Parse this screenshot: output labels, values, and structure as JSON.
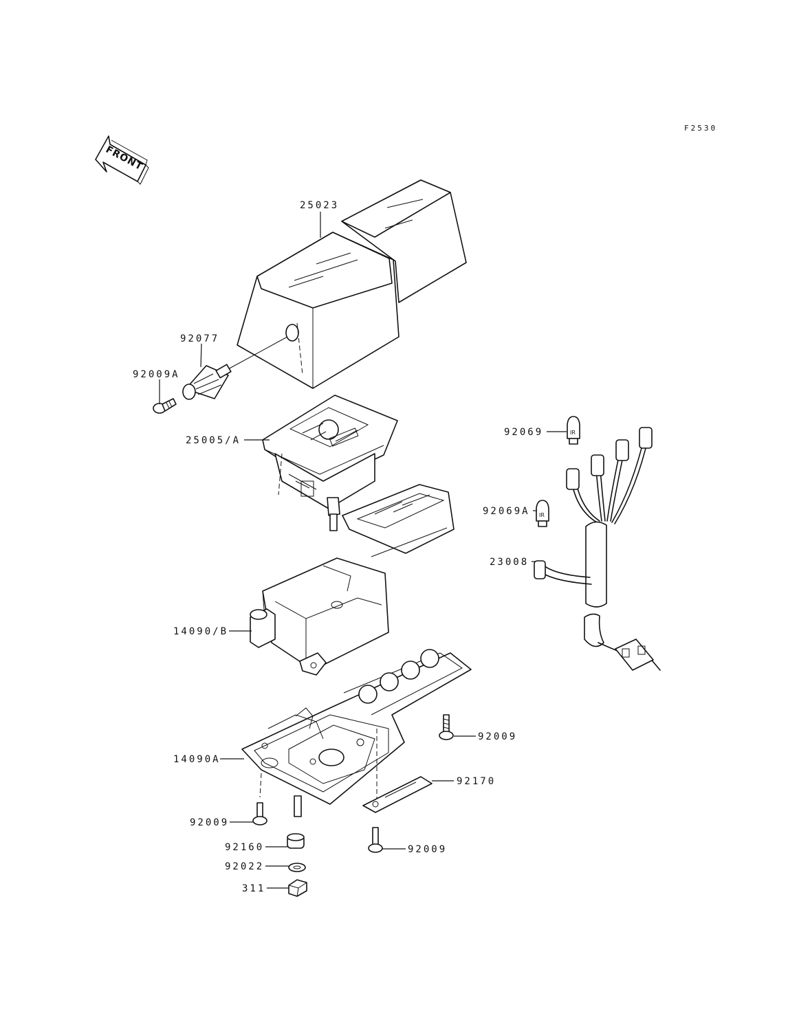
{
  "diagram": {
    "figure_code": "F2530",
    "front_arrow_text": "FRONT",
    "parts": {
      "p25023": "25023",
      "p92077": "92077",
      "p92009A": "92009A",
      "p25005A": "25005/A",
      "p92069": "92069",
      "p92069A": "92069A",
      "p23008": "23008",
      "p14090B": "14090/B",
      "p14090A": "14090A",
      "p92009_right": "92009",
      "p92170": "92170",
      "p92009_left": "92009",
      "p92160": "92160",
      "p92009_bottom": "92009",
      "p92022": "92022",
      "p311": "311"
    }
  }
}
